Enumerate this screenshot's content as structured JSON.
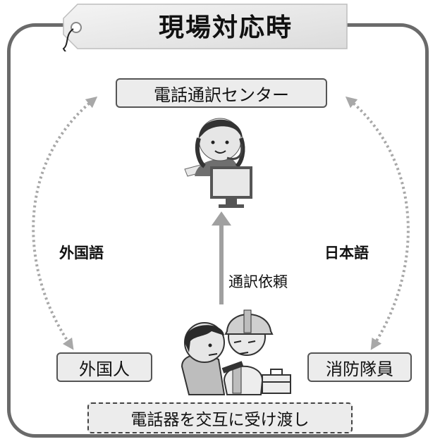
{
  "title": "現場対応時",
  "center_box": "電話通訳センター",
  "left_box": "外国人",
  "right_box": "消防隊員",
  "bottom_box": "電話器を交互に受け渡し",
  "left_label": "外国語",
  "right_label": "日本語",
  "arrow_label": "通訳依頼",
  "icons": [
    "operator-icon",
    "firefighter-with-foreigner-icon",
    "toolbox-icon",
    "tag-icon"
  ]
}
